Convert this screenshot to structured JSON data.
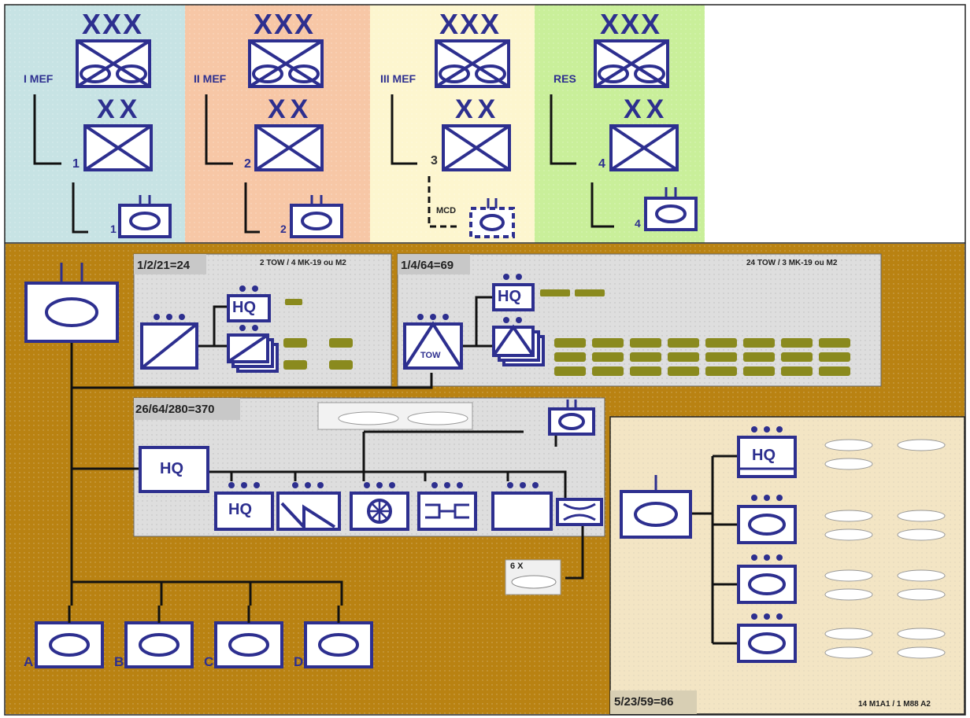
{
  "corps": {
    "echelon_top": "XXX",
    "echelon_div": "XX",
    "columns": [
      {
        "name": "I MEF",
        "div_number": "1",
        "bn_number": "1",
        "color": "#c7e3e4"
      },
      {
        "name": "II MEF",
        "div_number": "2",
        "bn_number": "2",
        "color": "#f7c7a6"
      },
      {
        "name": "III MEF",
        "div_number": "3",
        "bn_number": "MCD",
        "color": "#fdf6cf"
      },
      {
        "name": "RES",
        "div_number": "4",
        "bn_number": "4",
        "color": "#c9ef9a"
      }
    ]
  },
  "battalion": {
    "background": "#b98212",
    "companies": [
      "A",
      "B",
      "C",
      "D"
    ],
    "tow_platoon": {
      "count": "1/2/21=24",
      "equipment": "2 TOW / 4 MK-19 ou M2"
    },
    "tow_company": {
      "count": "1/4/64=69",
      "equipment": "24 TOW / 3 MK-19 ou M2",
      "symbol_text": "TOW"
    },
    "hq_company": {
      "count": "26/64/280=370",
      "hq_label": "HQ"
    },
    "tank_company": {
      "count": "5/23/59=86",
      "equipment": "14 M1A1 / 1 M88 A2",
      "hq_label": "HQ"
    },
    "recovery": {
      "label": "6 X"
    }
  },
  "colors": {
    "symbol": "#2d2f8f",
    "line": "#111111",
    "panel": "#dedede",
    "tank_panel": "#f3e5c4",
    "vehicle": "#8a8a1e"
  }
}
